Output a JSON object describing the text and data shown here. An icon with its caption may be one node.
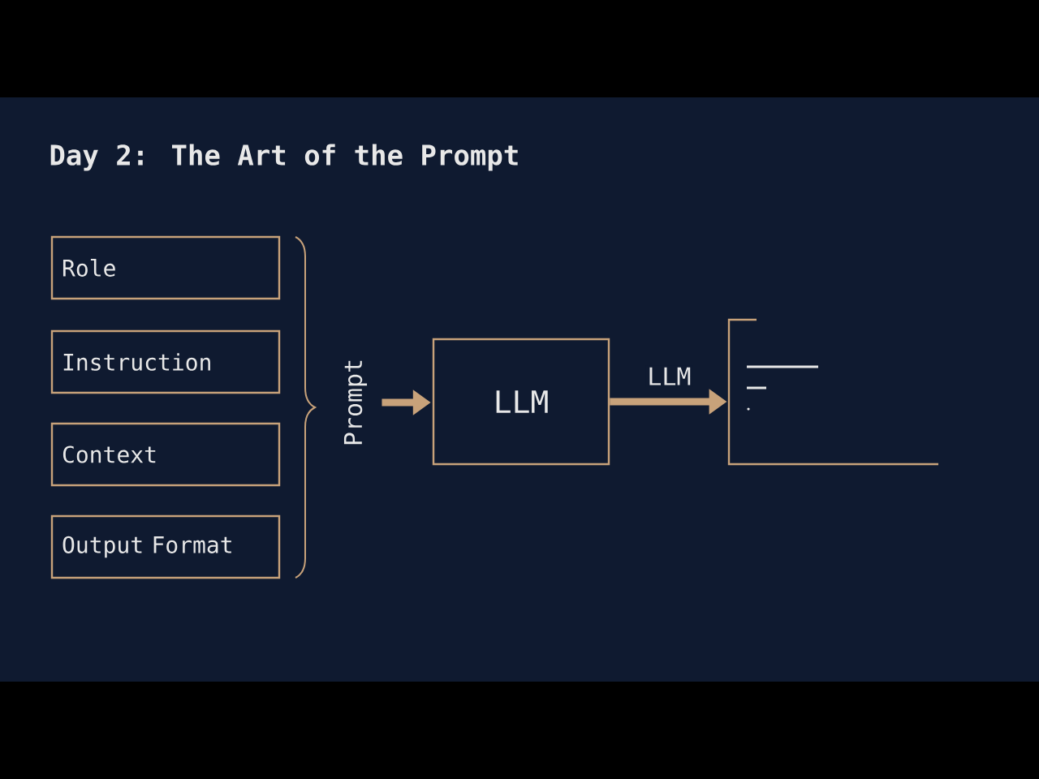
{
  "diagram": {
    "title": "Day 2: The Art of the Prompt",
    "nodes": [
      {
        "text": [
          "Role"
        ]
      },
      {
        "text": [
          "Instruction"
        ]
      },
      {
        "text": [
          "Context"
        ]
      },
      {
        "text": [
          "Output Format"
        ]
      },
      {
        "text": [
          "Prompt"
        ]
      },
      {
        "text": [
          "LLM"
        ]
      },
      {
        "text": [],
        "shape": "box"
      }
    ],
    "edges": [
      {
        "from": 4,
        "to": 5,
        "arrow": "to"
      },
      {
        "from": 5,
        "to": 6,
        "arrow": "to",
        "label": "LLM"
      }
    ]
  }
}
